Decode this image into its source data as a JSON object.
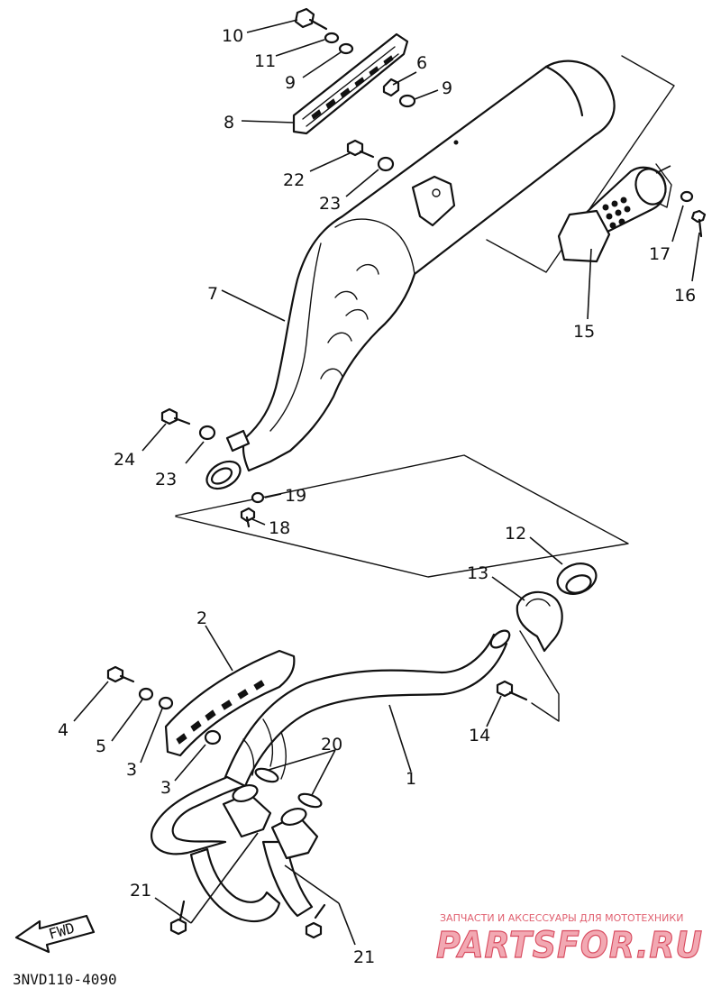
{
  "diagram": {
    "part_code": "3NVD110-4090",
    "fwd_label": "FWD",
    "callouts": [
      "10",
      "11",
      "9",
      "6",
      "9",
      "8",
      "22",
      "23",
      "7",
      "17",
      "16",
      "15",
      "24",
      "23",
      "19",
      "18",
      "12",
      "13",
      "2",
      "4",
      "5",
      "3",
      "3",
      "14",
      "1",
      "20",
      "21",
      "21"
    ]
  },
  "watermark": {
    "tagline": "ЗАПЧАСТИ И АКСЕССУАРЫ ДЛЯ МОТОТЕХНИКИ",
    "logo_text": "PARTSFOR.RU",
    "colors": {
      "fill": "#f2a8b2",
      "stroke": "#d84a5e",
      "tagline": "#e06070"
    }
  }
}
